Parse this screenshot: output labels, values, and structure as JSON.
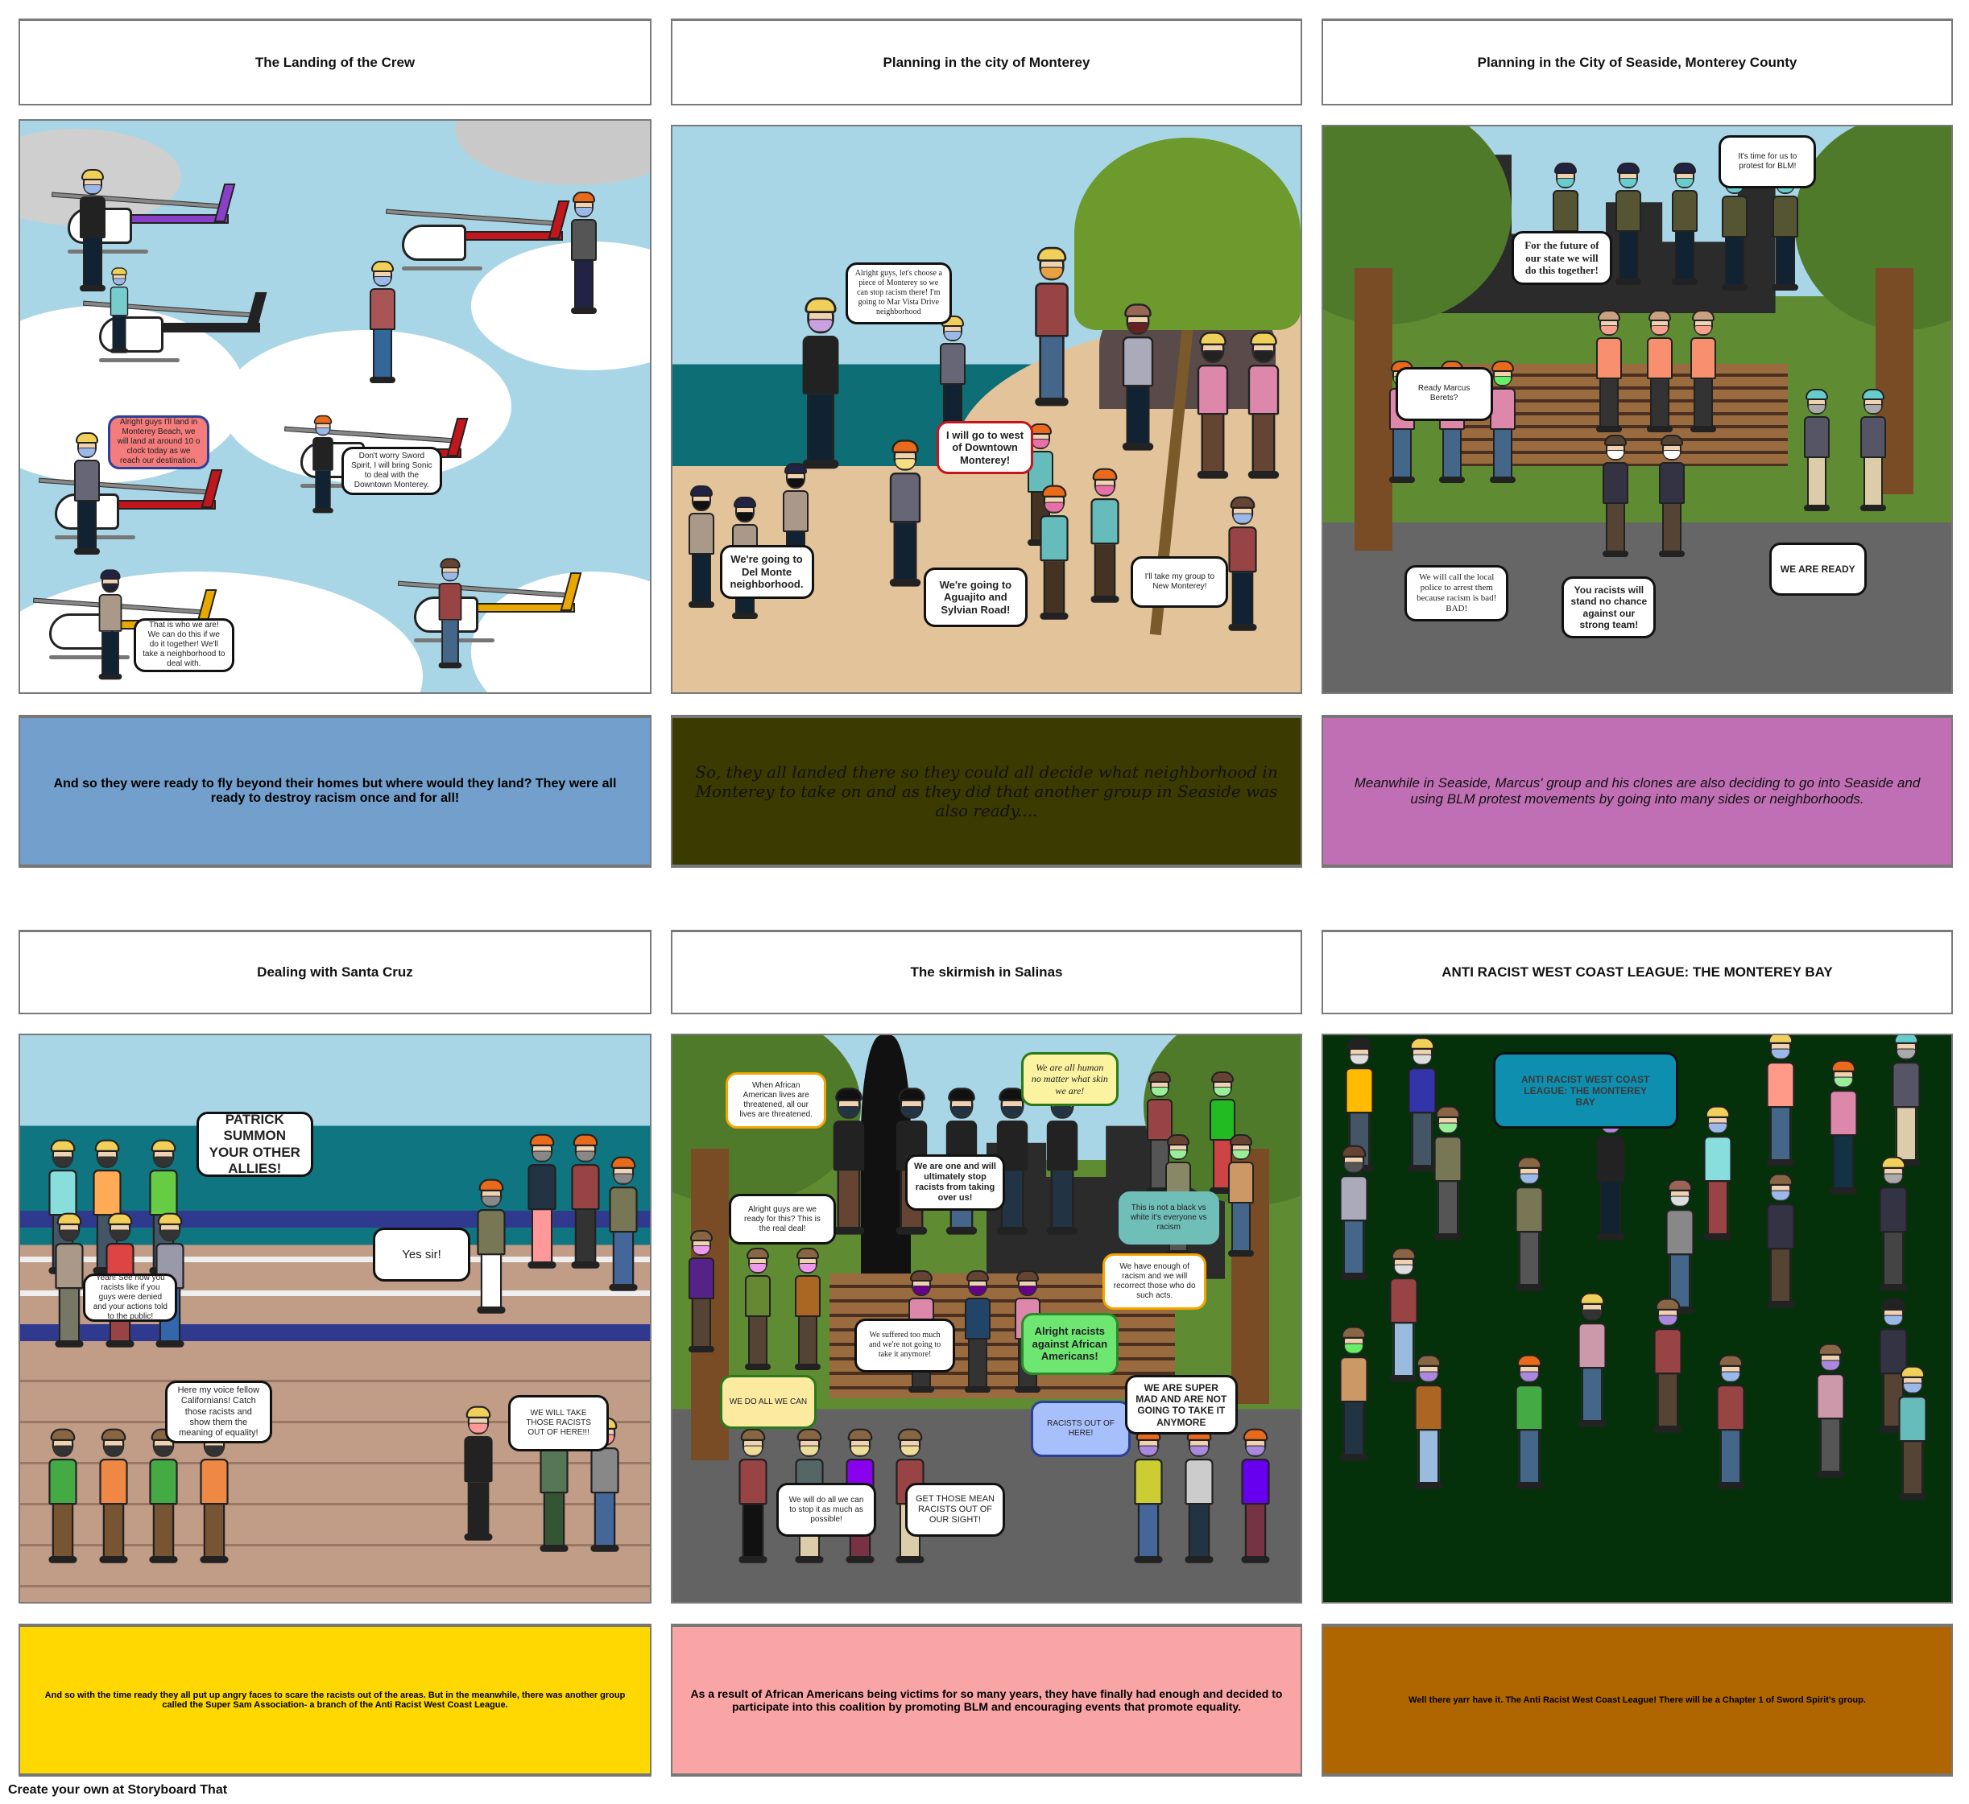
{
  "panels": [
    {
      "title": "The Landing of the Crew",
      "caption": "And so they were ready to fly beyond their homes but where would they land? They were all ready to destroy racism once and for all!",
      "caption_color": "#729fcb",
      "bubbles": [
        "Alright guys I'll land in Monterey Beach, we will land at around 10 o clock today as we reach our destination.",
        "Don't worry Sword Spirit, I will bring Sonic to deal with the Downtown Monterey.",
        "That is who we are! We can do this if we do it together! We'll take a neighborhood to deal with."
      ]
    },
    {
      "title": "Planning in the city of Monterey",
      "caption": "So, they all landed there so they could all decide what neighborhood in Monterey to take on and as they did that another group in Seaside was also ready....",
      "caption_color": "#3b3a00",
      "bubbles": [
        "Alright guys, let's choose a piece of Monterey so we can stop racism there! I'm going to Mar Vista Drive neighborhood",
        "I will go to west of Downtown Monterey!",
        "We're going to Del Monte neighborhood.",
        "We're going to Aguajito and Sylvian Road!",
        "I'll take my group to New Monterey!"
      ]
    },
    {
      "title": "Planning in the City of Seaside, Monterey County",
      "caption": "Meanwhile in Seaside, Marcus' group and his clones are also deciding to go into Seaside and using BLM protest movements by going into many sides or neighborhoods.",
      "caption_color": "#c06fb4",
      "bubbles": [
        "It's time for us to protest for BLM!",
        "For the future of our state we will do this together!",
        "Ready Marcus Berets?",
        "We will call the local police to arrest them because racism is bad! BAD!",
        "You racists will stand no chance against our strong team!",
        "WE ARE READY"
      ]
    },
    {
      "title": "Dealing with Santa Cruz",
      "caption": "And so with the time ready they all put up angry faces to scare the racists out of the areas. But in the meanwhile, there was another group called the Super Sam Association- a branch of the Anti Racist West Coast League.",
      "caption_color": "#fed800",
      "bubbles": [
        "PATRICK SUMMON YOUR OTHER ALLIES!",
        "Yes sir!",
        "Yeah! See how you racists like if you guys were denied and your actions told to the public!",
        "Here my voice fellow Californians! Catch those racists and show them the meaning of equality!",
        "WE WILL TAKE THOSE RACISTS OUT OF HERE!!!"
      ]
    },
    {
      "title": "The skirmish in Salinas",
      "caption": "As a result of African Americans being victims for so many years, they have finally had enough and decided to participate into this coalition by promoting BLM and encouraging events that promote equality.",
      "caption_color": "#f9a5a6",
      "bubbles": [
        "When African American lives are threatened, all our lives are threatened.",
        "We are all human no matter what skin we are!",
        "Alright guys are we ready for this? This is the real deal!",
        "We are one and will ultimately stop racists from taking over us!",
        "This is not a black vs white it's everyone vs racism",
        "We have enough of racism and we will recorrect those who do such acts.",
        "We suffered too much and we're not going to take it anymore!",
        "Alright racists against African Americans!",
        "WE DO ALL WE CAN",
        "RACISTS OUT OF HERE!",
        "WE ARE SUPER MAD AND ARE NOT GOING TO TAKE IT ANYMORE",
        "We will do all we can to stop it as much as possible!",
        "GET THOSE MEAN RACISTS OUT OF OUR SIGHT!"
      ]
    },
    {
      "title": "ANTI RACIST WEST COAST LEAGUE: THE MONTEREY BAY",
      "caption": "Well there yarr have it. The Anti Racist West Coast League! There will be a Chapter 1 of Sword Spirit's group.",
      "caption_color": "#b06600",
      "sign": "ANTI RACIST WEST COAST LEAGUE: THE MONTEREY BAY"
    }
  ],
  "footer": "Create your own at Storyboard That"
}
